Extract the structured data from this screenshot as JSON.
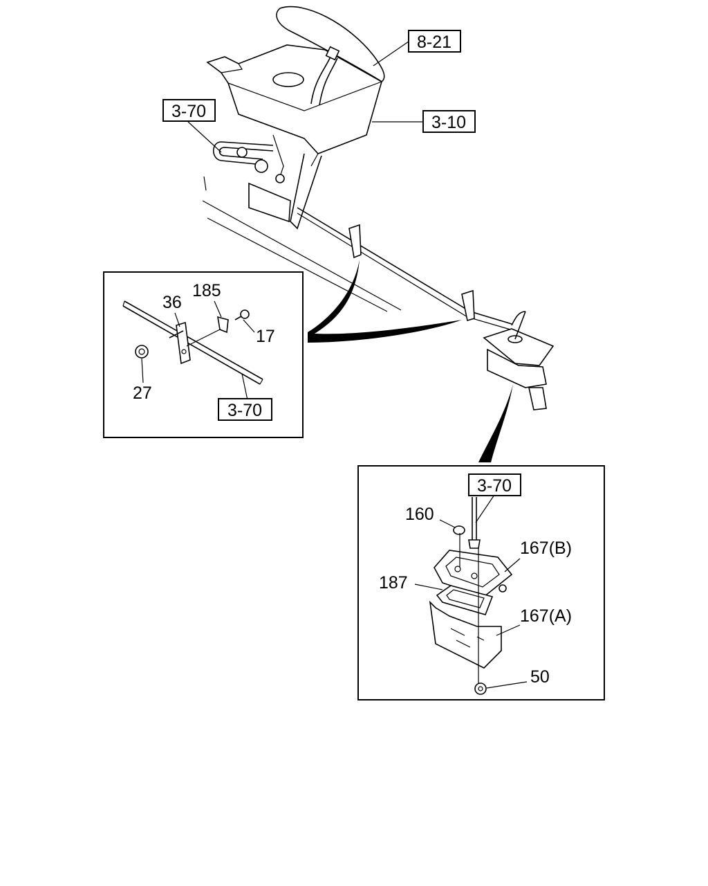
{
  "references": {
    "ref_8_21": "8-21",
    "ref_3_10": "3-10",
    "ref_3_70_top": "3-70",
    "ref_3_70_left_detail": "3-70",
    "ref_3_70_right_detail": "3-70"
  },
  "part_numbers": {
    "p185": "185",
    "p36": "36",
    "p17": "17",
    "p27": "27",
    "p160": "160",
    "p167b": "167(B)",
    "p187": "187",
    "p167a": "167(A)",
    "p50": "50"
  }
}
